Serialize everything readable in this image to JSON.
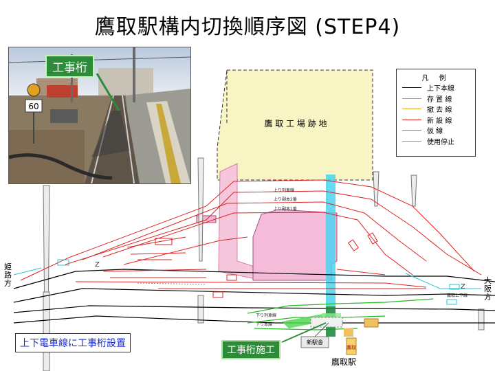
{
  "title": "鷹取駅構内切換順序図 (STEP4)",
  "photo": {
    "callout": "工事桁",
    "speed_sign": "60"
  },
  "yard_label": "鷹 取 工 場 跡 地",
  "legend": {
    "title": "凡 例",
    "items": [
      {
        "label": "上下本線",
        "color": "#000000"
      },
      {
        "label": "存 置 線",
        "color": "#25c6d8"
      },
      {
        "label": "撤 去 線",
        "color": "#e0a020"
      },
      {
        "label": "新 設 線",
        "color": "#e02020"
      },
      {
        "label": "仮 線",
        "color": "#22bb22"
      },
      {
        "label": "使用停止",
        "color": "#888888"
      }
    ]
  },
  "track_labels": {
    "up_line": "上り列車線",
    "up_sub2": "上り副本2番",
    "up_sub1": "上り副本1番",
    "down_line": "下り列車線",
    "down_main": "下り本線",
    "tolower": "鷹取上下線"
  },
  "directions": {
    "left": "姫路方",
    "right": "大阪方"
  },
  "note": "上下電車線に工事桁設置",
  "work_label": "工事桁施工",
  "station": {
    "new_building": "新駅舎",
    "name": "鷹取駅",
    "sign": "鷹取"
  }
}
